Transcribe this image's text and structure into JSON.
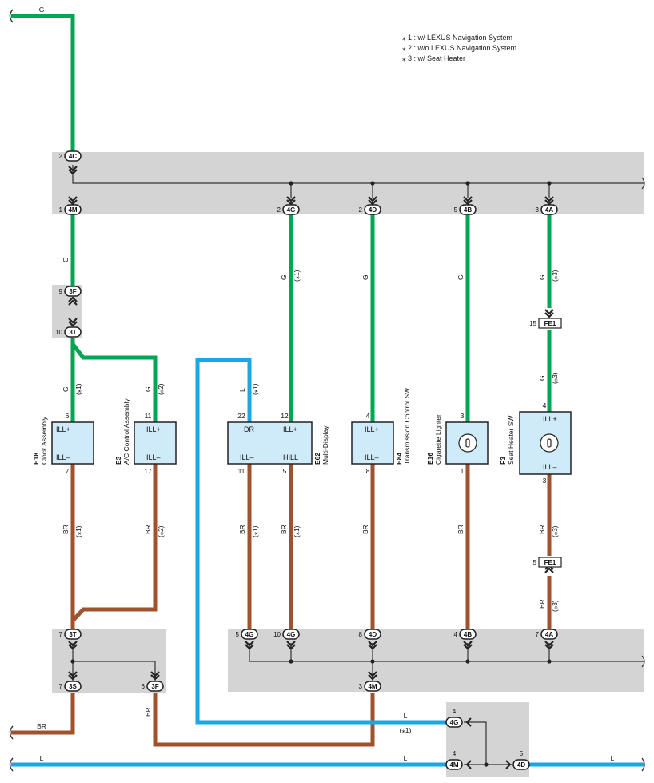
{
  "colors": {
    "green": "#00a651",
    "brown": "#a0522d",
    "blue": "#1aa7e6",
    "connector_box": "#d4d4d4",
    "component_fill": "#cfeaf8"
  },
  "notes": [
    "⁎ 1 : w/ LEXUS Navigation System",
    "⁎ 2 : w/o LEXUS Navigation System",
    "⁎ 3 : w/ Seat Heater"
  ],
  "wire_labels": {
    "top_g": "G",
    "clock_g": "G",
    "ac_g": "G",
    "g": "G",
    "br": "BR",
    "l": "L",
    "note1": "(⁎1)",
    "note2": "(⁎2)",
    "note3": "(⁎3)"
  },
  "components": {
    "e18": {
      "id": "E18",
      "name": "Clock Assembly",
      "pin_top": "6",
      "pin_bottom": "7",
      "term_top": "ILL+",
      "term_bottom": "ILL–"
    },
    "e3": {
      "id": "E3",
      "name": "A/C Control Assembly",
      "pin_top": "11",
      "pin_bottom": "17",
      "term_top": "ILL+",
      "term_bottom": "ILL–"
    },
    "e62": {
      "id": "E62",
      "name": "Multi-Display",
      "pin_dr": "22",
      "pin_illp": "12",
      "pin_illm": "11",
      "pin_hill": "5",
      "term_dr": "DR",
      "term_illp": "ILL+",
      "term_illm": "ILL–",
      "term_hill": "HILL"
    },
    "e84": {
      "id": "E84",
      "name": "Transmission Control SW",
      "pin_top": "4",
      "pin_bottom": "8",
      "term_top": "ILL+",
      "term_bottom": "ILL–"
    },
    "e16": {
      "id": "E16",
      "name": "Cigarette Lighter",
      "pin_top": "3",
      "pin_bottom": "1"
    },
    "f3": {
      "id": "F3",
      "name": "Seat Heater SW",
      "pin_top": "4",
      "pin_bottom": "3",
      "term_top": "ILL+",
      "term_bottom": "ILL–"
    }
  },
  "connectors": {
    "c_4c": {
      "pin": "2",
      "code": "4C"
    },
    "c_4m_top": {
      "pin": "1",
      "code": "4M"
    },
    "c_4g_top": {
      "pin": "2",
      "code": "4G"
    },
    "c_4d_top": {
      "pin": "2",
      "code": "4D"
    },
    "c_4b_top": {
      "pin": "5",
      "code": "4B"
    },
    "c_4a_top": {
      "pin": "3",
      "code": "4A"
    },
    "c_3f_9": {
      "pin": "9",
      "code": "3F"
    },
    "c_3t_10": {
      "pin": "10",
      "code": "3T"
    },
    "fe1_top": {
      "pin": "15",
      "code": "FE1"
    },
    "fe1_bot": {
      "pin": "5",
      "code": "FE1"
    },
    "c_3t_7": {
      "pin": "7",
      "code": "3T"
    },
    "c_3s_7": {
      "pin": "7",
      "code": "3S"
    },
    "c_3f_6": {
      "pin": "6",
      "code": "3F"
    },
    "c_4g_5": {
      "pin": "5",
      "code": "4G"
    },
    "c_4g_10": {
      "pin": "10",
      "code": "4G"
    },
    "c_4d_8": {
      "pin": "8",
      "code": "4D"
    },
    "c_4b_4": {
      "pin": "4",
      "code": "4B"
    },
    "c_4a_7": {
      "pin": "7",
      "code": "4A"
    },
    "c_4m_3": {
      "pin": "3",
      "code": "4M"
    },
    "c_4g_4": {
      "pin": "4",
      "code": "4G"
    },
    "c_4m_4": {
      "pin": "4",
      "code": "4M"
    },
    "c_4d_5": {
      "pin": "5",
      "code": "4D"
    }
  }
}
